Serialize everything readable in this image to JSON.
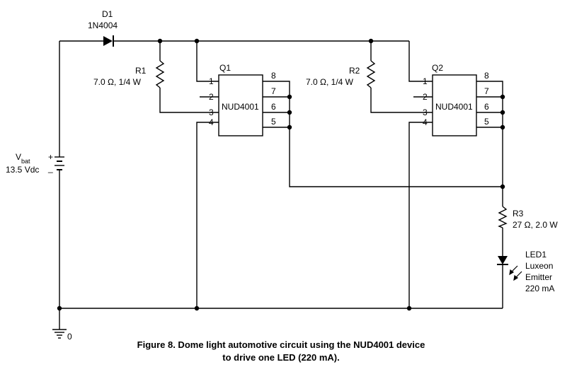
{
  "diagram": {
    "d1": {
      "ref": "D1",
      "part": "1N4004"
    },
    "r1": {
      "ref": "R1",
      "value": "7.0 Ω, 1/4 W"
    },
    "r2": {
      "ref": "R2",
      "value": "7.0 Ω, 1/4 W"
    },
    "r3": {
      "ref": "R3",
      "value": "27 Ω, 2.0 W"
    },
    "q1": {
      "ref": "Q1",
      "chip": "NUD4001"
    },
    "q2": {
      "ref": "Q2",
      "chip": "NUD4001"
    },
    "pins": [
      "1",
      "2",
      "3",
      "4",
      "8",
      "7",
      "6",
      "5"
    ],
    "battery": {
      "v": "V",
      "sub": "bat",
      "value": "13.5 Vdc",
      "plus": "+",
      "minus": "_"
    },
    "ground": {
      "label": "0"
    },
    "led": {
      "ref": "LED1",
      "line1": "Luxeon",
      "line2": "Emitter",
      "current": "220 mA"
    },
    "caption": {
      "line1": "Figure 8. Dome light automotive circuit using the NUD4001 device",
      "line2": "to drive one LED (220 mA)."
    }
  }
}
